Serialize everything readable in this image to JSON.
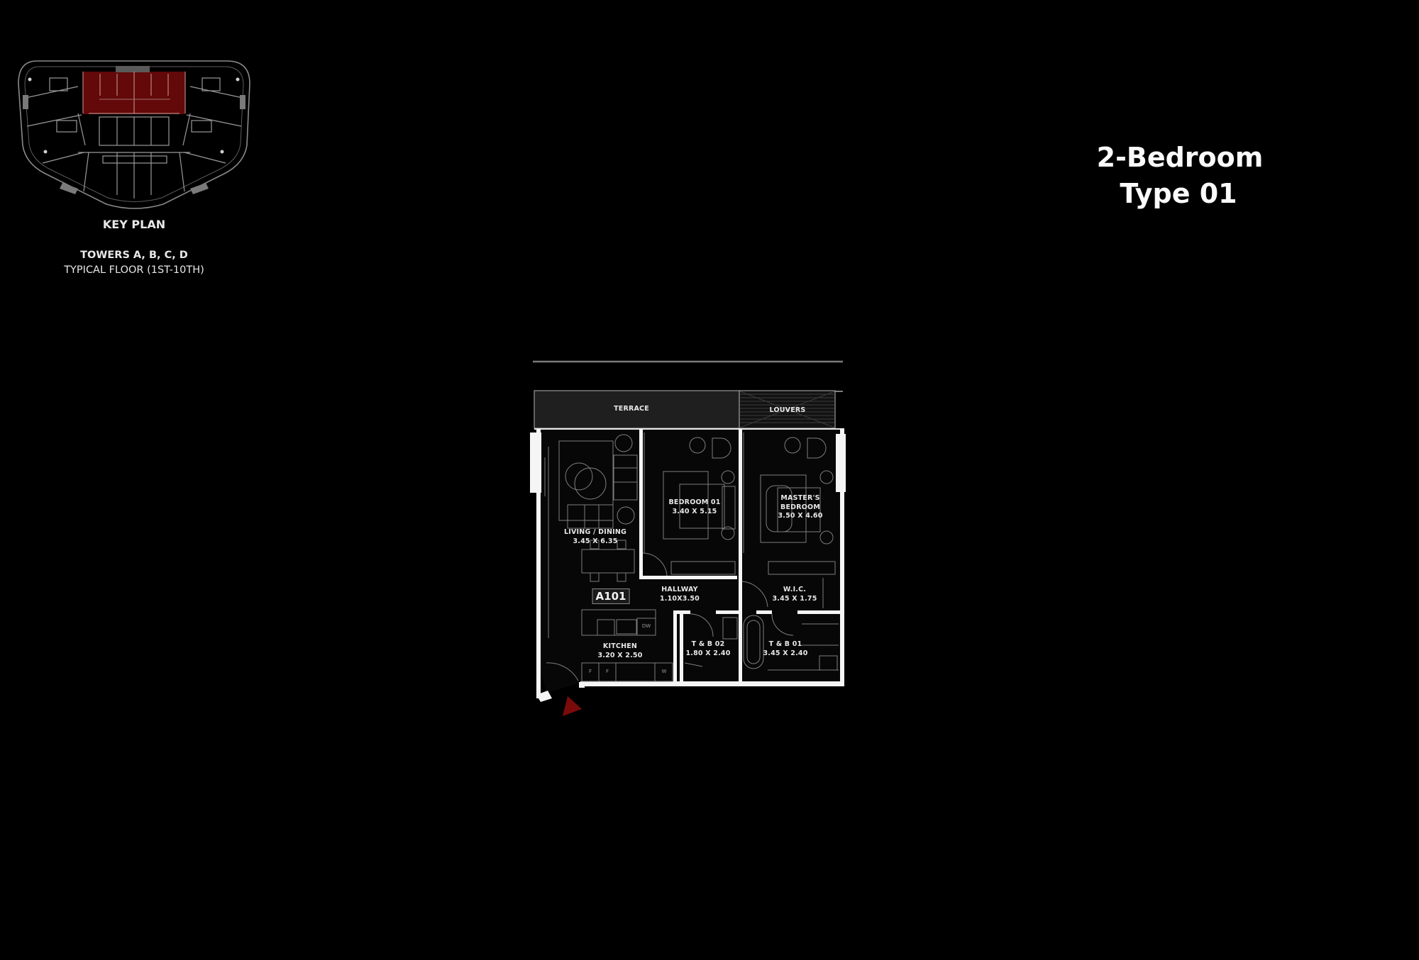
{
  "title": {
    "line1": "2-Bedroom",
    "line2": "Type 01"
  },
  "key_plan": {
    "label": "KEY PLAN",
    "towers": "TOWERS A, B, C, D",
    "floor": "TYPICAL FLOOR (1ST-10TH)",
    "highlight_color": "#6b0a0a"
  },
  "floor_plan": {
    "unit_number": "A101",
    "outdoor": [
      {
        "name": "TERRACE"
      },
      {
        "name": "LOUVERS"
      }
    ],
    "rooms": [
      {
        "name": "LIVING / DINING",
        "size": "3.45 X 6.35"
      },
      {
        "name": "BEDROOM 01",
        "size": "3.40 X 5.15"
      },
      {
        "name": "MASTER'S",
        "name2": "BEDROOM",
        "size": "3.50 X 4.60"
      },
      {
        "name": "HALLWAY",
        "size": "1.10X3.50"
      },
      {
        "name": "W.I.C.",
        "size": "3.45 X 1.75"
      },
      {
        "name": "KITCHEN",
        "size": "3.20 X 2.50"
      },
      {
        "name": "T & B 02",
        "size": "1.80 X 2.40"
      },
      {
        "name": "T & B 01",
        "size": "3.45 X 2.40"
      }
    ],
    "appliances": {
      "dishwasher": "DW",
      "fridge1": "F",
      "fridge2": "F",
      "washer": "W"
    },
    "entry_marker_color": "#7a0b0b"
  }
}
